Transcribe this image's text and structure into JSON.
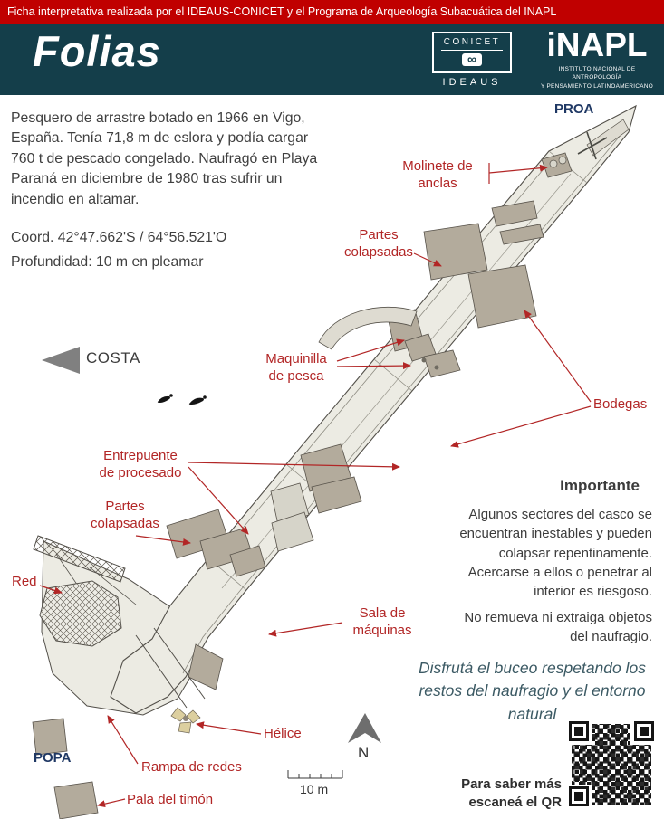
{
  "colors": {
    "banner_red": "#c00000",
    "header_teal": "#143e4a",
    "label_red": "#b22626",
    "label_navy": "#1f3864",
    "hull_fill": "#ecebe3",
    "debris_tan": "#b3ab9c"
  },
  "banner": {
    "text": "Ficha interpretativa realizada por el IDEAUS-CONICET y el Programa de Arqueología Subacuática del INAPL"
  },
  "header": {
    "title": "Folias",
    "conicet": {
      "name": "CONICET",
      "symbol": "∞",
      "sub": "IDEAUS"
    },
    "inapl": {
      "name": "iNAPL",
      "sub1": "INSTITUTO NACIONAL DE ANTROPOLOGÍA",
      "sub2": "Y PENSAMIENTO LATINOAMERICANO"
    }
  },
  "description": {
    "paragraph": "Pesquero de arrastre botado en 1966 en Vigo, España. Tenía 71,8 m de eslora y podía cargar 760 t de pescado congelado. Naufragó en Playa Paraná en diciembre de 1980 tras sufrir un incendio en altamar.",
    "coords": "Coord. 42°47.662'S / 64°56.521'O",
    "depth": "Profundidad: 10 m en pleamar"
  },
  "map": {
    "costa": "COSTA",
    "north": "N",
    "scale": "10 m"
  },
  "wreck_labels": {
    "proa": "PROA",
    "popa": "POPA",
    "molinete": "Molinete de anclas",
    "partes_colapsadas_proa": "Partes colapsadas",
    "maquinilla": "Maquinilla de pesca",
    "bodegas": "Bodegas",
    "entrepuente": "Entrepuente de procesado",
    "partes_colapsadas_popa": "Partes colapsadas",
    "red": "Red",
    "sala_maquinas": "Sala de máquinas",
    "helice": "Hélice",
    "rampa": "Rampa de redes",
    "pala_timon": "Pala del timón"
  },
  "importante": {
    "heading": "Importante",
    "p1": "Algunos sectores del casco se encuentran inestables y pueden colapsar repentinamente. Acercarse a ellos o penetrar al interior es riesgoso.",
    "p2": "No remueva ni extraiga objetos del naufragio."
  },
  "quote": "Disfrutá el buceo respetando los restos del naufragio y el entorno natural",
  "qr": {
    "caption1": "Para saber más",
    "caption2": "escaneá el QR"
  }
}
